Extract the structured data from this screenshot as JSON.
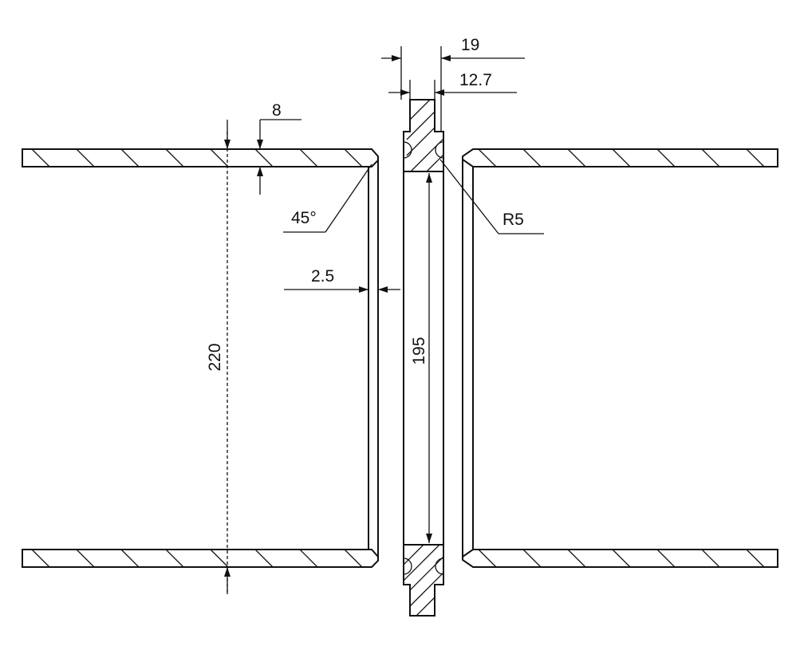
{
  "dimensions": {
    "ring_outer_width": "19",
    "ring_inner_width": "12.7",
    "wall_thickness": "8",
    "bevel_angle": "45°",
    "groove_radius": "R5",
    "gap": "2.5",
    "pipe_inner_diameter": "220",
    "ring_inner_diameter": "195"
  },
  "colors": {
    "line": "#111111",
    "background": "#ffffff"
  }
}
